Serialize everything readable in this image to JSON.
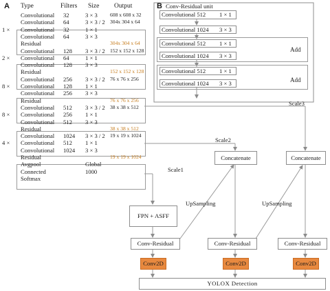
{
  "panel_a": {
    "label": "A",
    "headers": {
      "type": "Type",
      "filters": "Filters",
      "size": "Size",
      "output": "Output"
    },
    "rows": [
      {
        "mult": "",
        "type": "Convolutional",
        "filters": "32",
        "size": "3 × 3",
        "output": "608 x 608 x 32",
        "orange": false
      },
      {
        "mult": "",
        "type": "Convolutional",
        "filters": "64",
        "size": "3 × 3 / 2",
        "output": "304x 304 x 64",
        "orange": false
      },
      {
        "mult": "1 ×",
        "type": "Convolutional",
        "filters": "32",
        "size": "1 × 1",
        "output": "",
        "orange": false
      },
      {
        "mult": "",
        "type": "Convolutional",
        "filters": "64",
        "size": "3 × 3",
        "output": "",
        "orange": false
      },
      {
        "mult": "",
        "type": "Residual",
        "filters": "",
        "size": "",
        "output": "304x 304 x 64",
        "orange": true
      },
      {
        "mult": "",
        "type": "Convolutional",
        "filters": "128",
        "size": "3 × 3 / 2",
        "output": "152 x 152 x 128",
        "orange": false
      },
      {
        "mult": "2 ×",
        "type": "Convolutional",
        "filters": "64",
        "size": "1 × 1",
        "output": "",
        "orange": false
      },
      {
        "mult": "",
        "type": "Convolutional",
        "filters": "128",
        "size": "3 × 3",
        "output": "",
        "orange": false
      },
      {
        "mult": "",
        "type": "Residual",
        "filters": "",
        "size": "",
        "output": "152 x 152 x 128",
        "orange": true
      },
      {
        "mult": "",
        "type": "Convolutional",
        "filters": "256",
        "size": "3 × 3 / 2",
        "output": "76 x 76 x 256",
        "orange": false
      },
      {
        "mult": "8 ×",
        "type": "Convolutional",
        "filters": "128",
        "size": "1 × 1",
        "output": "",
        "orange": false
      },
      {
        "mult": "",
        "type": "Convolutional",
        "filters": "256",
        "size": "3 × 3",
        "output": "",
        "orange": false
      },
      {
        "mult": "",
        "type": "Residual",
        "filters": "",
        "size": "",
        "output": "76 x 76 x 256",
        "orange": true
      },
      {
        "mult": "",
        "type": "Convolutional",
        "filters": "512",
        "size": "3 × 3 / 2",
        "output": "38 x 38 x 512",
        "orange": false
      },
      {
        "mult": "8 ×",
        "type": "Convolutional",
        "filters": "256",
        "size": "1 × 1",
        "output": "",
        "orange": false
      },
      {
        "mult": "",
        "type": "Convolutional",
        "filters": "512",
        "size": "3 × 3",
        "output": "",
        "orange": false
      },
      {
        "mult": "",
        "type": "Residual",
        "filters": "",
        "size": "",
        "output": "38 x 38 x 512",
        "orange": true
      },
      {
        "mult": "",
        "type": "Convolutional",
        "filters": "1024",
        "size": "3 × 3 / 2",
        "output": "19 x 19 x 1024",
        "orange": false
      },
      {
        "mult": "4 ×",
        "type": "Convolutional",
        "filters": "512",
        "size": "1 × 1",
        "output": "",
        "orange": false
      },
      {
        "mult": "",
        "type": "Convolutional",
        "filters": "1024",
        "size": "3 × 3",
        "output": "",
        "orange": false
      },
      {
        "mult": "",
        "type": "Residual",
        "filters": "",
        "size": "",
        "output": "19 x 19 x 1024",
        "orange": true
      },
      {
        "mult": "",
        "type": "Avgpool",
        "filters": "",
        "size": "Global",
        "output": "",
        "orange": false
      },
      {
        "mult": "",
        "type": "Connected",
        "filters": "",
        "size": "1000",
        "output": "",
        "orange": false
      },
      {
        "mult": "",
        "type": "Softmax",
        "filters": "",
        "size": "",
        "output": "",
        "orange": false
      }
    ]
  },
  "panel_b": {
    "label": "B",
    "unit_title": "Conv-Residual unit",
    "conv_512": "Convolutional 512",
    "conv_1024": "Convolutional 1024",
    "k1": "1 × 1",
    "k3": "3 × 3",
    "add": "Add"
  },
  "flow": {
    "scale1": "Scale1",
    "scale2": "Scale2",
    "scale3": "Scale3",
    "fpn": "FPN + ASFF",
    "concatenate": "Concatenate",
    "upsampling": "UpSampling",
    "conv_residual": "Conv-Residual",
    "conv2d": "Conv2D",
    "detection": "YOLOX  Detection"
  },
  "colors": {
    "conv2d_fill": "#e8893f",
    "output_highlight": "#c57a1a",
    "line": "#8c8c8c"
  }
}
